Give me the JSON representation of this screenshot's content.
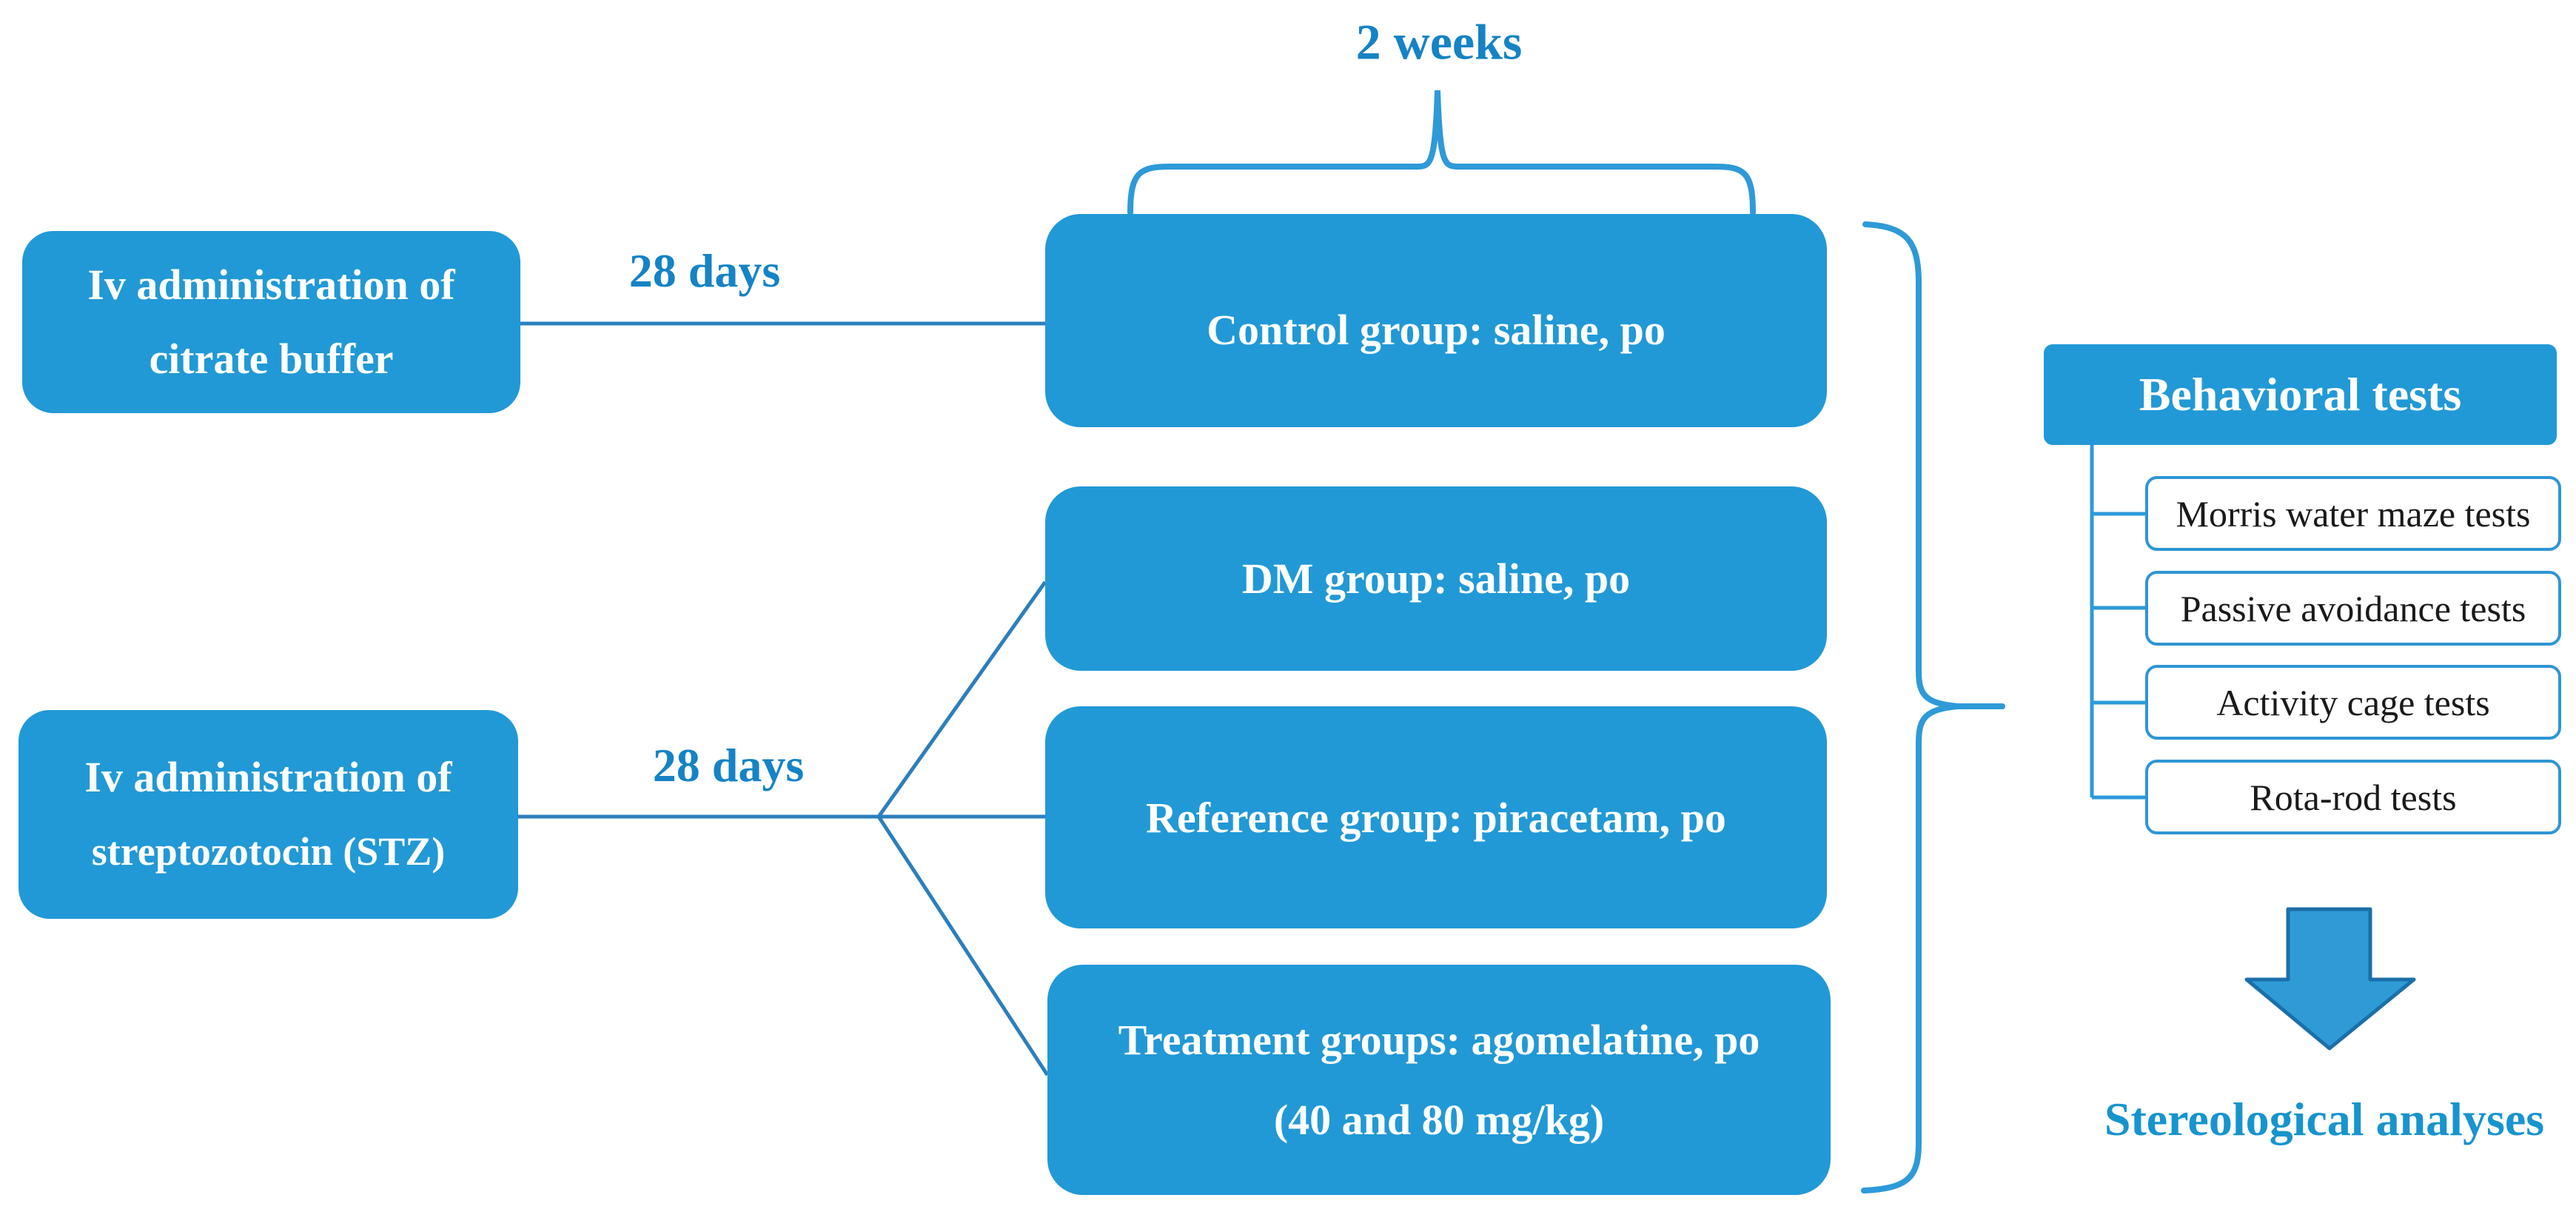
{
  "figure": {
    "left_column": {
      "citrate_box": {
        "line1": "Iv administration of",
        "line2": "citrate buffer"
      },
      "stz_box": {
        "line1": "Iv administration of",
        "line2": "streptozotocin (STZ)"
      }
    },
    "duration_labels": {
      "top": "28 days",
      "bottom": "28 days"
    },
    "two_weeks_label": "2 weeks",
    "groups": {
      "control": "Control group: saline, po",
      "dm": "DM group: saline, po",
      "reference": "Reference group: piracetam, po",
      "treatment_line1": "Treatment groups: agomelatine, po",
      "treatment_line2": "(40 and 80 mg/kg)"
    },
    "behavioral": {
      "title": "Behavioral tests",
      "tests": [
        "Morris water maze tests",
        "Passive avoidance tests",
        "Activity cage tests",
        "Rota-rod tests"
      ]
    },
    "stereological_label": "Stereological analyses",
    "colors": {
      "box_fill": "#2199D6",
      "label_text": "#1583C5",
      "stereo_text": "#1794CE",
      "connector": "#2B7FBC",
      "brace": "#2E9AD8",
      "test_border": "#2E96D4",
      "test_text": "#1A1A1A",
      "arrow_fill": "#2E9BD6",
      "arrow_stroke": "#1B6FA8"
    }
  }
}
